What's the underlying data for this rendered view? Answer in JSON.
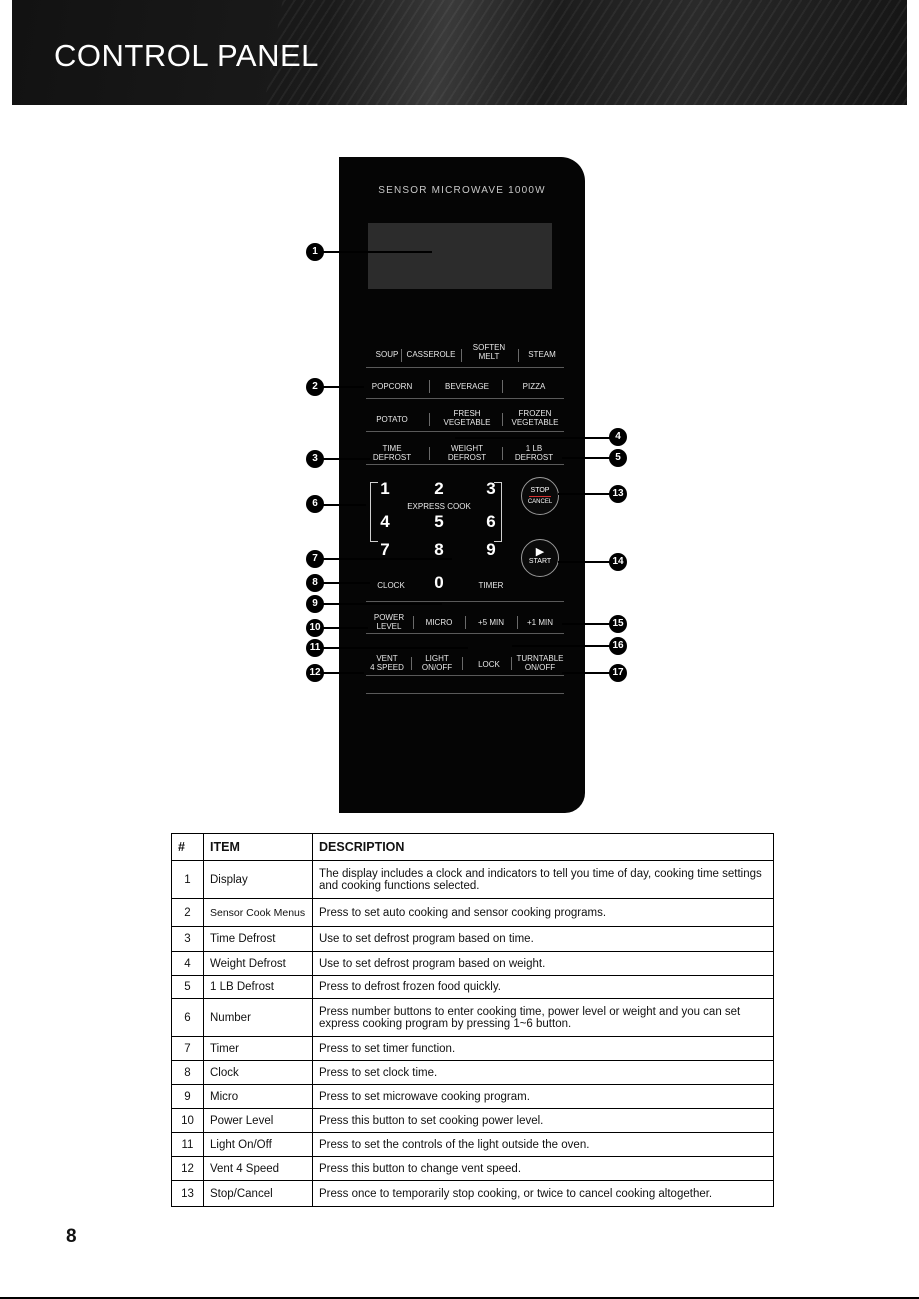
{
  "header": {
    "title": "CONTROL PANEL"
  },
  "panel": {
    "label": "SENSOR MICROWAVE 1000W",
    "keys": {
      "soup": "SOUP",
      "casserole": "CASSEROLE",
      "soften_melt_1": "SOFTEN",
      "soften_melt_2": "MELT",
      "steam": "STEAM",
      "popcorn": "POPCORN",
      "beverage": "BEVERAGE",
      "pizza": "PIZZA",
      "potato": "POTATO",
      "fresh_veg_1": "FRESH",
      "fresh_veg_2": "VEGETABLE",
      "frozen_veg_1": "FROZEN",
      "frozen_veg_2": "VEGETABLE",
      "time_defrost_1": "TIME",
      "time_defrost_2": "DEFROST",
      "weight_defrost_1": "WEIGHT",
      "weight_defrost_2": "DEFROST",
      "lb_defrost_1": "1  LB",
      "lb_defrost_2": "DEFROST",
      "express_cook": "EXPRESS  COOK",
      "stop": "STOP",
      "cancel": "CANCEL",
      "start": "START",
      "clock": "CLOCK",
      "timer": "TIMER",
      "power_level_1": "POWER",
      "power_level_2": "LEVEL",
      "micro": "MICRO",
      "plus5": "+5 MIN",
      "plus1": "+1 MIN",
      "lock": "LOCK",
      "vent_1": "VENT",
      "vent_2": "4  SPEED",
      "light_1": "LIGHT",
      "light_2": "ON/OFF",
      "turntable_1": "TURNTABLE",
      "turntable_2": "ON/OFF",
      "play_glyph": "▶"
    },
    "numbers": [
      "1",
      "2",
      "3",
      "4",
      "5",
      "6",
      "7",
      "8",
      "9",
      "0"
    ],
    "callouts": [
      "1",
      "2",
      "3",
      "4",
      "5",
      "6",
      "7",
      "8",
      "9",
      "10",
      "11",
      "12",
      "13",
      "14",
      "15",
      "16",
      "17"
    ]
  },
  "table": {
    "headers": [
      "#",
      "ITEM",
      "DESCRIPTION"
    ],
    "rows": [
      [
        "1",
        "Display",
        "The display includes a clock and indicators to tell you time of day, cooking time settings and cooking functions selected."
      ],
      [
        "2",
        "Sensor Cook Menus",
        "Press to set auto cooking and sensor cooking programs."
      ],
      [
        "3",
        "Time Defrost",
        "Use to set defrost program based on time."
      ],
      [
        "4",
        "Weight Defrost",
        "Use to set defrost program based on weight."
      ],
      [
        "5",
        "1 LB Defrost",
        "Press to defrost frozen food quickly."
      ],
      [
        "6",
        "Number",
        "Press number buttons to enter cooking time, power level or weight and you can set express cooking program by pressing 1~6 button."
      ],
      [
        "7",
        "Timer",
        "Press to set timer function."
      ],
      [
        "8",
        "Clock",
        "Press to set clock time."
      ],
      [
        "9",
        "Micro",
        "Press to set microwave cooking program."
      ],
      [
        "10",
        "Power Level",
        "Press this button to set cooking power level."
      ],
      [
        "11",
        "Light On/Off",
        "Press to set the controls of the light outside the oven."
      ],
      [
        "12",
        "Vent 4 Speed",
        "Press this button to change vent speed."
      ],
      [
        "13",
        "Stop/Cancel",
        "Press once to temporarily stop cooking, or twice to cancel cooking altogether."
      ]
    ]
  },
  "page_number": "8"
}
